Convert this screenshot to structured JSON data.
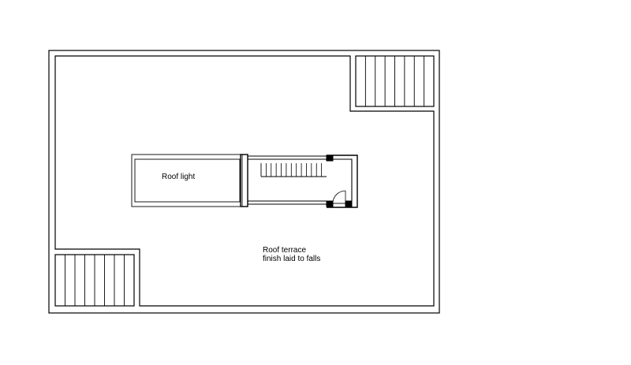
{
  "drawing": {
    "line_color": "#000000",
    "background": "#ffffff",
    "labels": {
      "roof_light": "Roof light",
      "roof_terrace_line1": "Roof terrace",
      "roof_terrace_line2": "finish laid to falls"
    }
  }
}
